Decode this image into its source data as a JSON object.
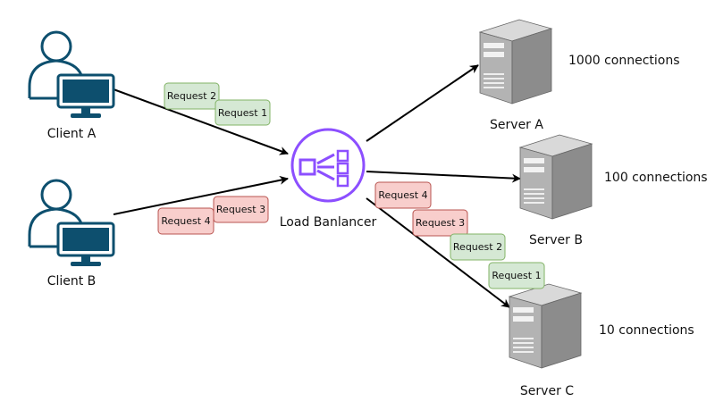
{
  "colors": {
    "client": "#0d4f6e",
    "balancer": "#8c4fff",
    "green_fill": "#d5e8d4",
    "green_stroke": "#82b366",
    "red_fill": "#f8cecc",
    "red_stroke": "#b85450",
    "server": "#9a9a9a"
  },
  "clients": [
    {
      "label": "Client A"
    },
    {
      "label": "Client B"
    }
  ],
  "balancer": {
    "label": "Load Banlancer",
    "icon": "load-balancer-icon"
  },
  "servers": [
    {
      "label": "Server A",
      "connections": "1000 connections"
    },
    {
      "label": "Server B",
      "connections": "100 connections"
    },
    {
      "label": "Server C",
      "connections": "10 connections"
    }
  ],
  "requests": {
    "client_a": [
      "Request 2",
      "Request 1"
    ],
    "client_b": [
      "Request 4",
      "Request 3"
    ],
    "to_server_c": [
      "Request 4",
      "Request 3",
      "Request 2",
      "Request 1"
    ]
  }
}
